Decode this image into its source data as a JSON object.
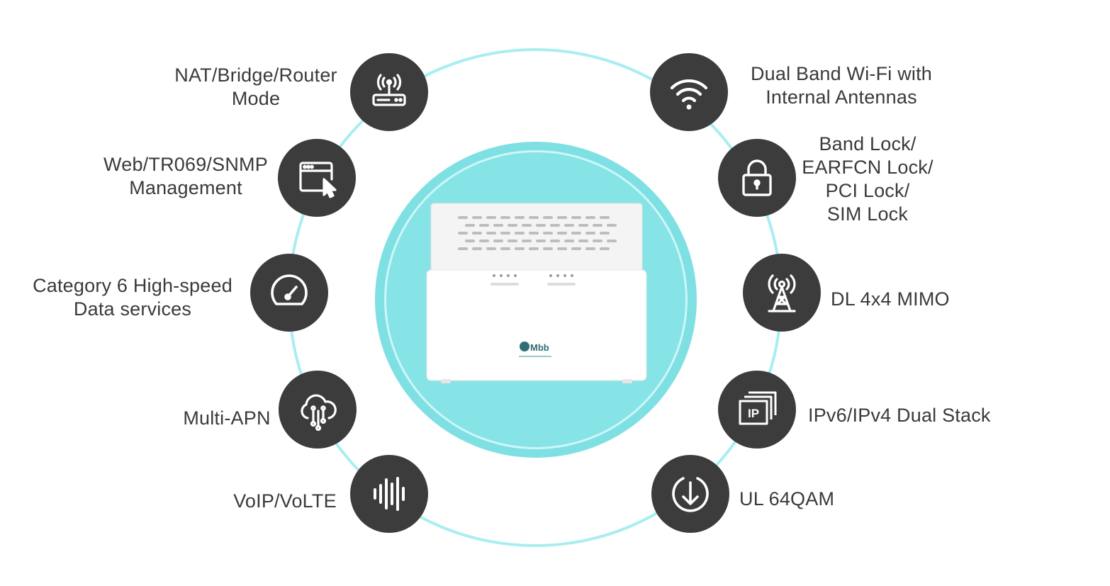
{
  "features_left": [
    {
      "icon": "router-icon",
      "lines": [
        "NAT/Bridge/Router",
        "Mode"
      ]
    },
    {
      "icon": "browser-cursor-icon",
      "lines": [
        "Web/TR069/SNMP",
        "Management"
      ]
    },
    {
      "icon": "speedometer-icon",
      "lines": [
        "Category 6 High-speed",
        "Data services"
      ]
    },
    {
      "icon": "cloud-network-icon",
      "lines": [
        "Multi-APN"
      ]
    },
    {
      "icon": "sound-wave-icon",
      "lines": [
        "VoIP/VoLTE"
      ]
    }
  ],
  "features_right": [
    {
      "icon": "wifi-icon",
      "lines": [
        "Dual Band Wi-Fi with",
        "Internal Antennas"
      ]
    },
    {
      "icon": "padlock-icon",
      "lines": [
        "Band Lock/",
        "EARFCN Lock/",
        "PCI Lock/",
        "SIM Lock"
      ]
    },
    {
      "icon": "antenna-tower-icon",
      "lines": [
        "DL 4x4 MIMO"
      ]
    },
    {
      "icon": "ip-stack-icon",
      "lines": [
        "IPv6/IPv4 Dual Stack"
      ]
    },
    {
      "icon": "download-circle-icon",
      "lines": [
        "UL 64QAM"
      ]
    }
  ],
  "device": {
    "logo_text": "Mbb"
  },
  "colors": {
    "ring": "#a8eef0",
    "hub": "#7fe0e3",
    "node": "#3c3c3c",
    "text": "#3a3a3a"
  }
}
